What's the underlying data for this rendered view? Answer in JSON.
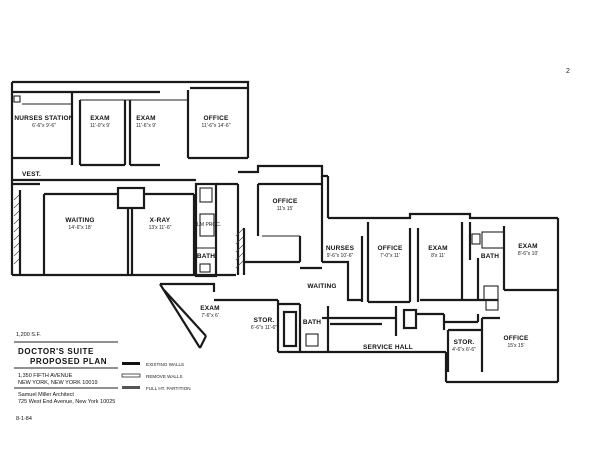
{
  "page_number": "2",
  "rooms": {
    "nurses_top": {
      "label": "NURSES STATION",
      "dim": "6'-6\"x 9'-6\""
    },
    "exam_a": {
      "label": "EXAM",
      "dim": "11'-0\"x 9'"
    },
    "exam_b": {
      "label": "EXAM",
      "dim": "11'-6\"x 9'"
    },
    "office_top": {
      "label": "OFFICE",
      "dim": "11'-6\"x 14'-6\""
    },
    "waiting_left": {
      "label": "WAITING",
      "dim": "14'-6\"x 18'"
    },
    "xray": {
      "label": "X-RAY",
      "dim": "13'x 11'-6\""
    },
    "film_proc": {
      "label": "FILM PROC."
    },
    "bath_left": {
      "label": "BATH"
    },
    "office_mid": {
      "label": "OFFICE",
      "dim": "11'x 15'"
    },
    "waiting_mid": {
      "label": "WAITING"
    },
    "nurses_mid": {
      "label": "NURSES",
      "dim": "9'-6\"x 10'-6\""
    },
    "office_r1": {
      "label": "OFFICE",
      "dim": "7'-0\"x 11'"
    },
    "exam_r1": {
      "label": "EXAM",
      "dim": "8'x 11'"
    },
    "bath_r": {
      "label": "BATH"
    },
    "exam_r2": {
      "label": "EXAM",
      "dim": "8'-6\"x 10'"
    },
    "exam_low": {
      "label": "EXAM",
      "dim": "7'-6\"x 6'"
    },
    "stor_low": {
      "label": "STOR.",
      "dim": "6'-6\"x 11'-6\""
    },
    "bath_low": {
      "label": "BATH"
    },
    "stor_r": {
      "label": "STOR.",
      "dim": "4'-6\"x 6'-6\""
    },
    "office_low": {
      "label": "OFFICE",
      "dim": "15'x 15'"
    },
    "vest": {
      "label": "VEST."
    },
    "service_hall": {
      "label": "SERVICE HALL"
    }
  },
  "area_note": "1,200 S.F.",
  "title_block": {
    "title": "DOCTOR'S SUITE",
    "subtitle": "PROPOSED PLAN",
    "address": "1,350 FIFTH AVENUE",
    "address2": "NEW YORK, NEW YORK 10019",
    "architect": "Samuel Miller Architect",
    "architect_address": "725 West End Avenue, New York 10025",
    "date": "8-1-84"
  },
  "legend": [
    {
      "label": "EXISTING WALLS"
    },
    {
      "label": "REMOVE WALLS"
    },
    {
      "label": "FULL HT. PARTITION"
    }
  ]
}
